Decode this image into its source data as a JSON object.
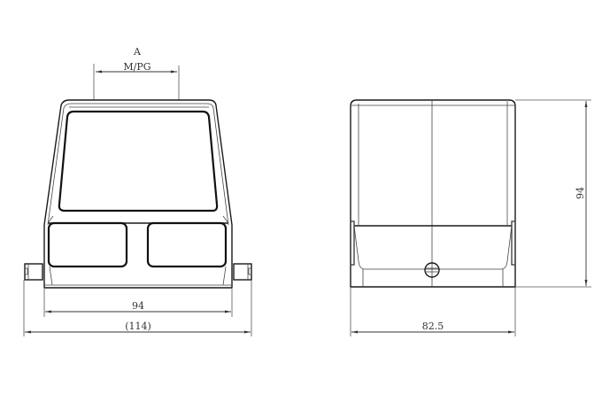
{
  "drawing": {
    "front_view": {
      "top_label": "A",
      "top_sublabel": "M/PG",
      "inner_width_dim": "94",
      "overall_width_dim": "(114)"
    },
    "side_view": {
      "height_dim": "94",
      "width_dim": "82.5"
    },
    "colors": {
      "line": "#1a1a1a",
      "dimension": "#333333",
      "background": "#ffffff"
    }
  }
}
